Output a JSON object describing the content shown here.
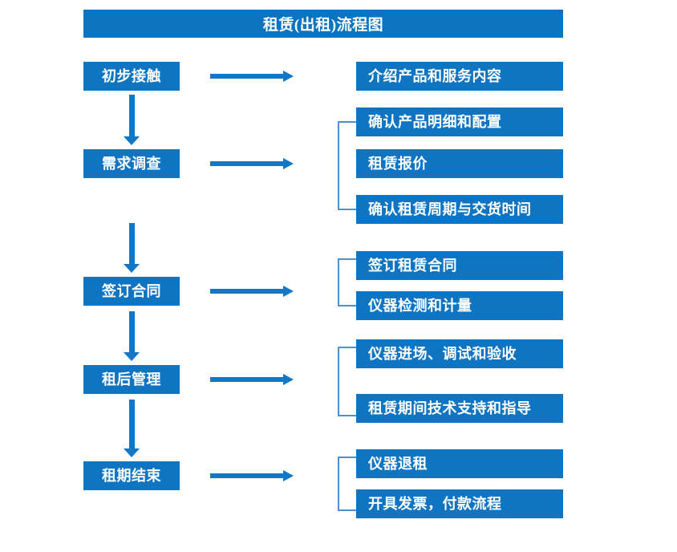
{
  "title": "租赁(出租)流程图",
  "colors": {
    "box_fill": "#0f75c2",
    "title_fill": "#0b74c0",
    "arrow": "#1277c4",
    "bracket": "#4f91cd",
    "text": "#ffffff",
    "background": "#ffffff"
  },
  "stages": [
    {
      "label": "初步接触"
    },
    {
      "label": "需求调查"
    },
    {
      "label": "签订合同"
    },
    {
      "label": "租后管理"
    },
    {
      "label": "租期结束"
    }
  ],
  "details": [
    {
      "label": "介绍产品和服务内容"
    },
    {
      "label": "确认产品明细和配置"
    },
    {
      "label": "租赁报价"
    },
    {
      "label": "确认租赁周期与交货时间"
    },
    {
      "label": "签订租赁合同"
    },
    {
      "label": "仪器检测和计量"
    },
    {
      "label": "仪器进场、调试和验收"
    },
    {
      "label": "租赁期间技术支持和指导"
    },
    {
      "label": "仪器退租"
    },
    {
      "label": "开具发票，付款流程"
    }
  ],
  "connectors": {
    "down_arrows": 4,
    "right_arrows": 5,
    "brackets": 4
  }
}
